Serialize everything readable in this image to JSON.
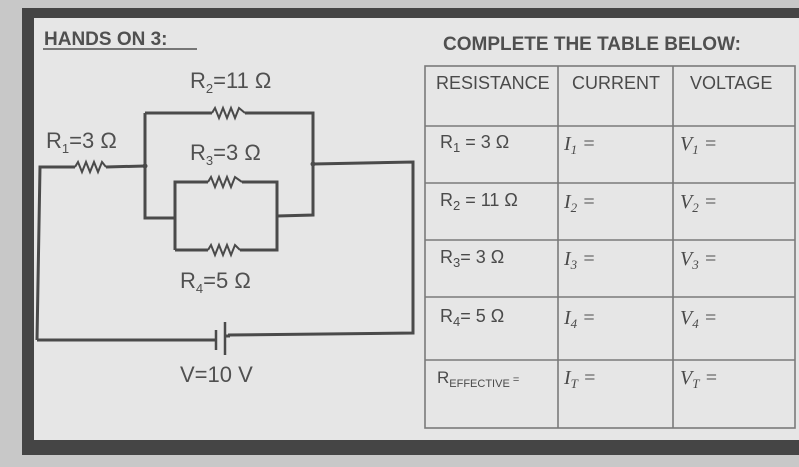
{
  "worksheet": {
    "title": "HANDS ON 3:",
    "instruction": "COMPLETE THE TABLE BELOW:"
  },
  "circuit": {
    "r1": {
      "symbol": "R",
      "sub": "1",
      "value": "=3 Ω"
    },
    "r2": {
      "symbol": "R",
      "sub": "2",
      "value": "=11 Ω"
    },
    "r3": {
      "symbol": "R",
      "sub": "3",
      "value": "=3 Ω"
    },
    "r4": {
      "symbol": "R",
      "sub": "4",
      "value": "=5 Ω"
    },
    "battery": "V=10 V"
  },
  "table": {
    "headers": [
      "RESISTANCE",
      "CURRENT",
      "VOLTAGE"
    ],
    "rows": [
      {
        "r": "R",
        "rsub": "1",
        "rval": " = 3 Ω",
        "i": "I",
        "isub": "1",
        "eq": " =",
        "v": "V",
        "vsub": "1"
      },
      {
        "r": "R",
        "rsub": "2",
        "rval": " = 11 Ω",
        "i": "I",
        "isub": "2",
        "eq": " =",
        "v": "V",
        "vsub": "2"
      },
      {
        "r": "R",
        "rsub": "3",
        "rval": "= 3 Ω",
        "i": "I",
        "isub": "3",
        "eq": " =",
        "v": "V",
        "vsub": "3"
      },
      {
        "r": "R",
        "rsub": "4",
        "rval": "= 5 Ω",
        "i": "I",
        "isub": "4",
        "eq": " =",
        "v": "V",
        "vsub": "4"
      },
      {
        "r": "R",
        "rsub": "EFFECTIVE",
        "rval": " =",
        "i": "I",
        "isub": "T",
        "eq": " =",
        "v": "V",
        "vsub": "T"
      }
    ]
  }
}
